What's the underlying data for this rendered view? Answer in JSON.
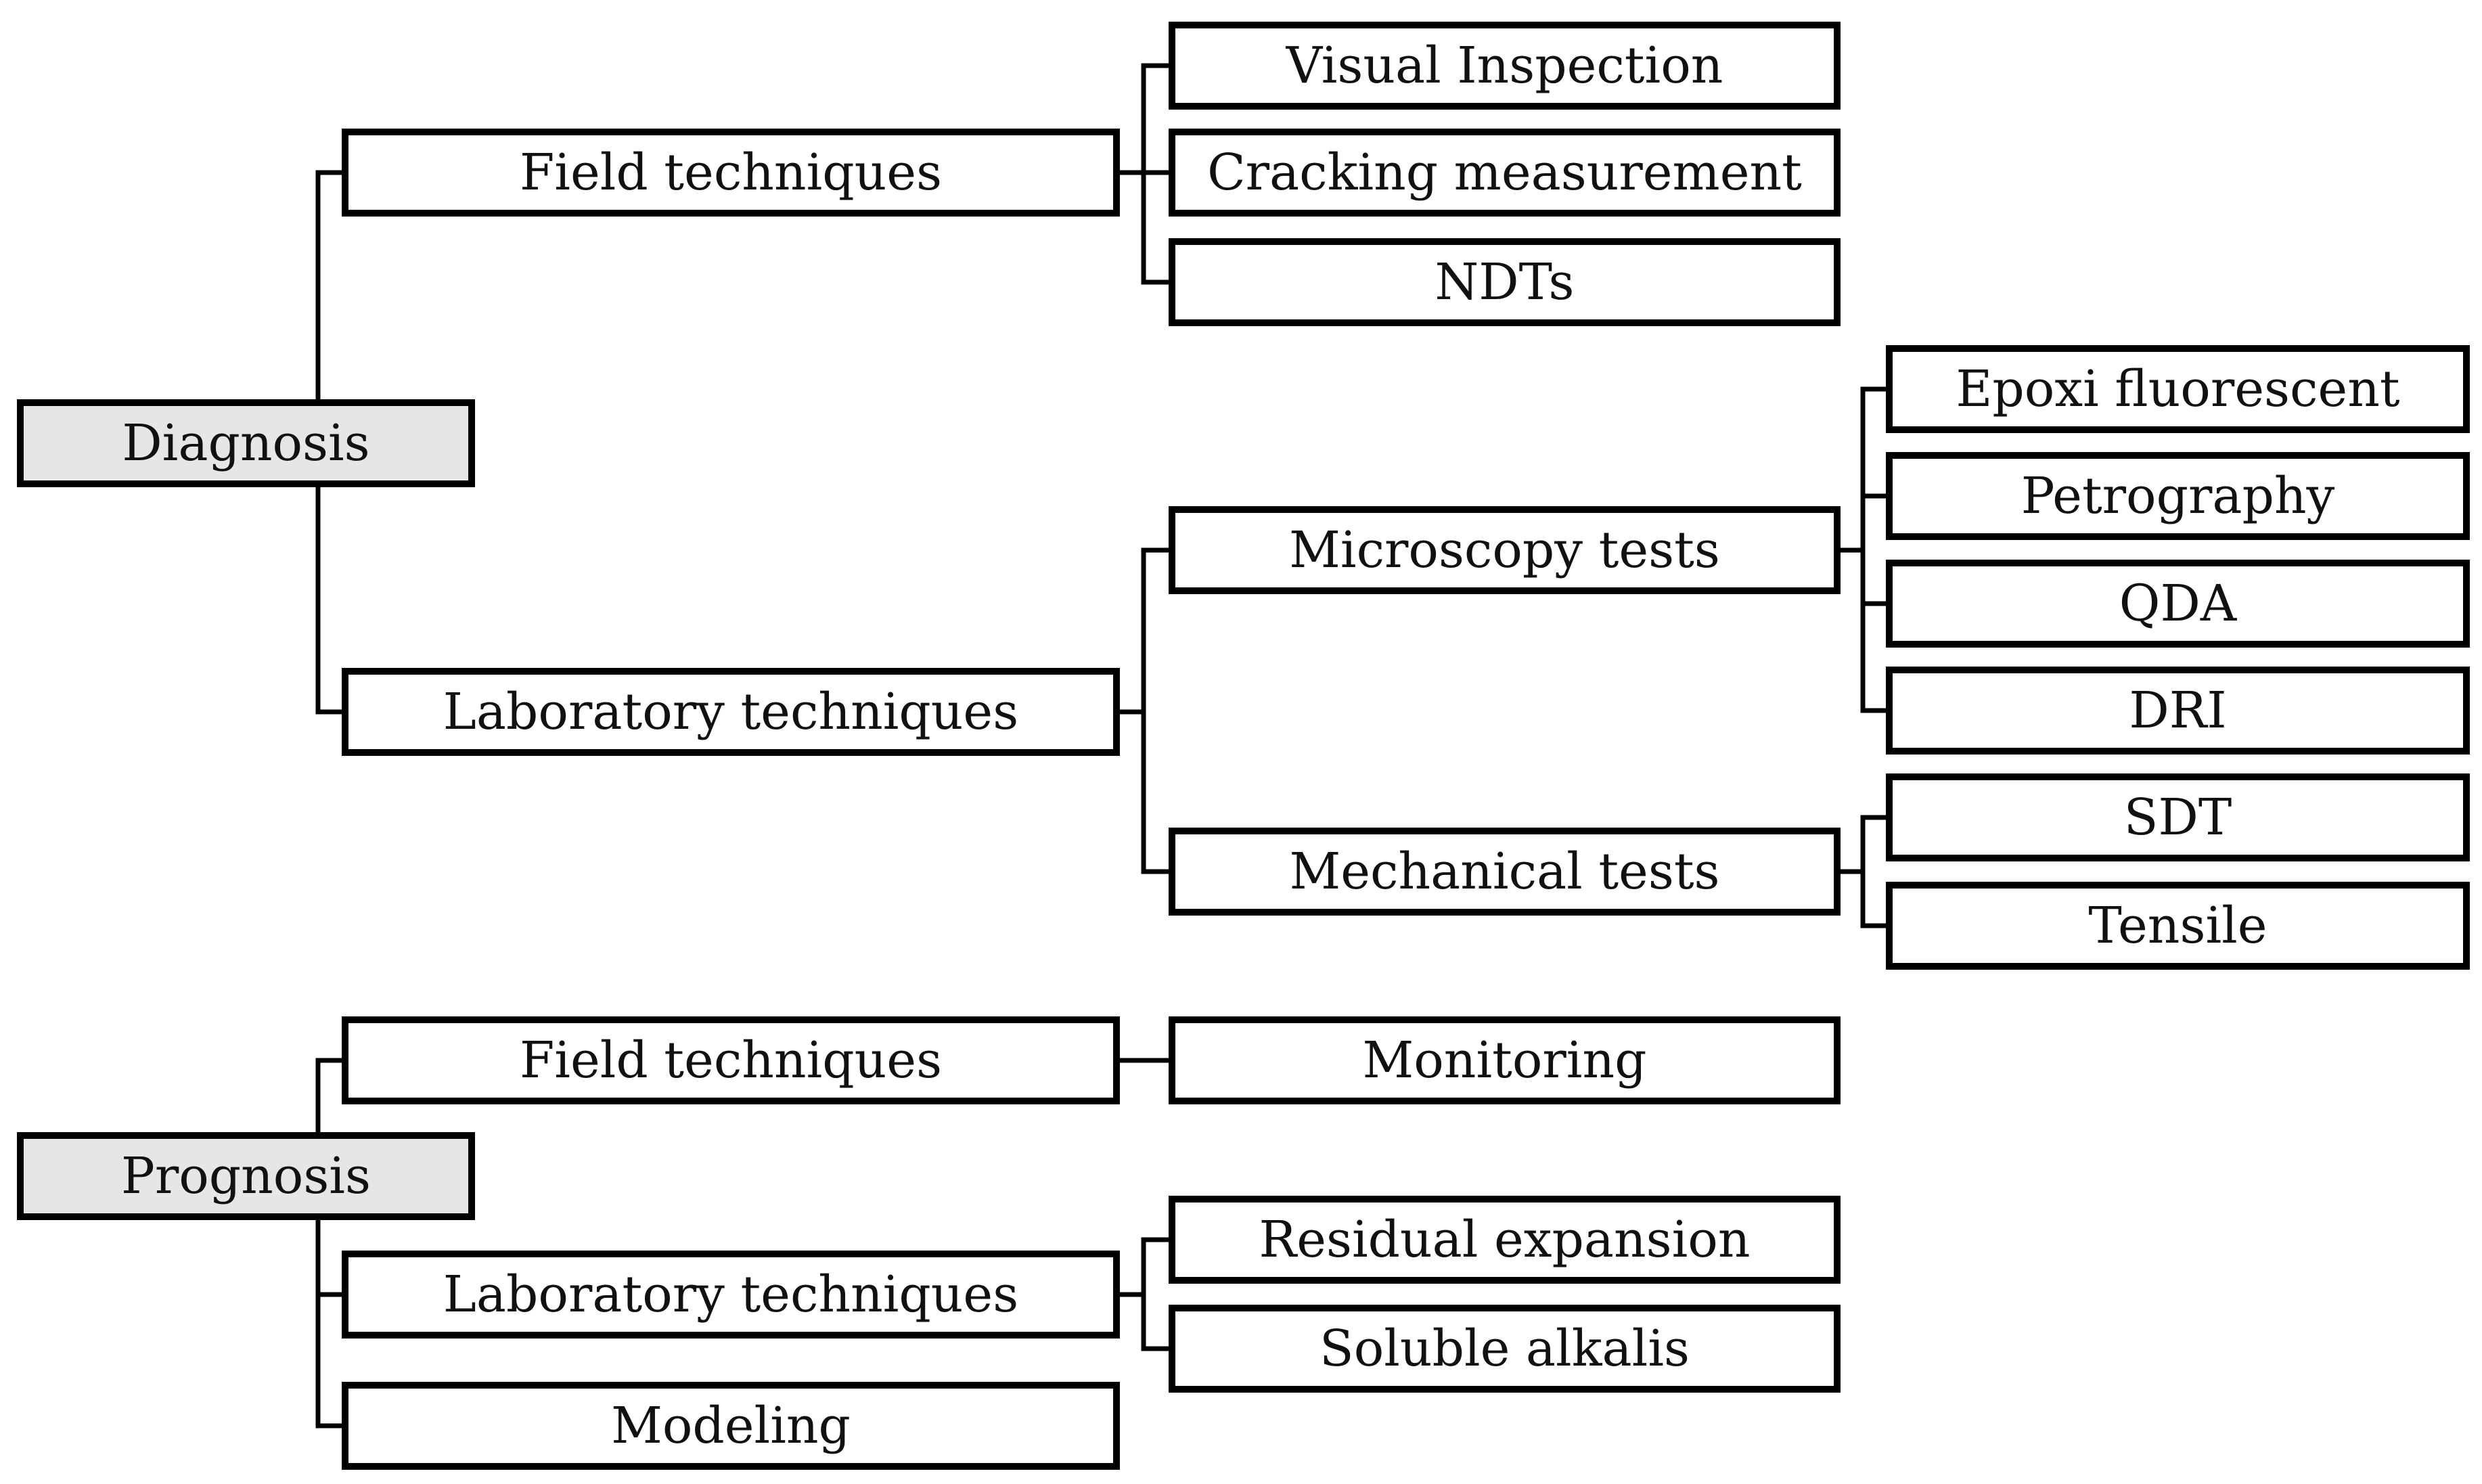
{
  "diagnosis": {
    "label": "Diagnosis",
    "field_techniques": {
      "label": "Field techniques",
      "visual_inspection": "Visual Inspection",
      "cracking_measurement": "Cracking measurement",
      "ndts": "NDTs"
    },
    "laboratory_techniques": {
      "label": "Laboratory techniques",
      "microscopy_tests": {
        "label": "Microscopy tests",
        "epoxi_fluorescent": "Epoxi fluorescent",
        "petrography": "Petrography",
        "qda": "QDA",
        "dri": "DRI"
      },
      "mechanical_tests": {
        "label": "Mechanical tests",
        "sdt": "SDT",
        "tensile": "Tensile"
      }
    }
  },
  "prognosis": {
    "label": "Prognosis",
    "field_techniques": {
      "label": "Field techniques",
      "monitoring": "Monitoring"
    },
    "laboratory_techniques": {
      "label": "Laboratory techniques",
      "residual_expansion": "Residual expansion",
      "soluble_alkalis": "Soluble alkalis"
    },
    "modeling": "Modeling"
  },
  "colors": {
    "root_fill": "#e6e6e6",
    "node_fill": "#ffffff",
    "stroke": "#000000"
  }
}
